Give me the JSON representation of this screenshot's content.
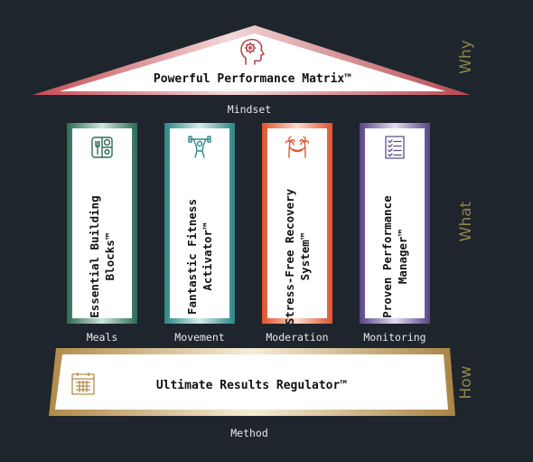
{
  "roof": {
    "title": "Powerful Performance Matrix™",
    "caption": "Mindset",
    "icon": "brain-head-icon"
  },
  "side_labels": {
    "why": "Why",
    "what": "What",
    "how": "How"
  },
  "pillars": [
    {
      "label": "Essential Building Blocks™",
      "caption": "Meals",
      "icon": "meal-tray-icon",
      "color": "#2f6d57"
    },
    {
      "label": "Fantastic Fitness Activator™",
      "caption": "Movement",
      "icon": "weightlifter-icon",
      "color": "#2f8c8a"
    },
    {
      "label": "Stress-Free Recovery System™",
      "caption": "Moderation",
      "icon": "hammock-palms-icon",
      "color": "#e0562d"
    },
    {
      "label": "Proven Performance Manager™",
      "caption": "Monitoring",
      "icon": "checklist-icon",
      "color": "#5c4a8b"
    }
  ],
  "base": {
    "label": "Ultimate Results Regulator™",
    "caption": "Method",
    "icon": "calendar-icon"
  },
  "colors": {
    "background": "#1e252d",
    "roof": "#b54a4f",
    "base": "#b08d4a",
    "side_label": "#8d8447"
  }
}
